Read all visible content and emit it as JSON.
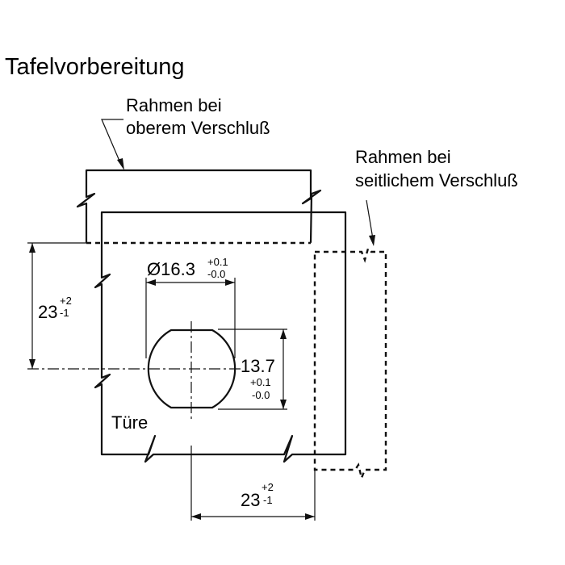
{
  "title": "Tafelvorbereitung",
  "labels": {
    "frame_top_line1": "Rahmen bei",
    "frame_top_line2": "oberem Verschluß",
    "frame_side_line1": "Rahmen bei",
    "frame_side_line2": "seitlichem Verschluß",
    "door": "Türe"
  },
  "dimensions": {
    "diameter": {
      "value": "Ø16.3",
      "tol_upper": "+0.1",
      "tol_lower": "-0.0"
    },
    "flat": {
      "value": "13.7",
      "tol_upper": "+0.1",
      "tol_lower": "-0.0"
    },
    "vertical": {
      "value": "23",
      "tol_upper": "+2",
      "tol_lower": "-1"
    },
    "horizontal": {
      "value": "23",
      "tol_upper": "+2",
      "tol_lower": "-1"
    }
  }
}
